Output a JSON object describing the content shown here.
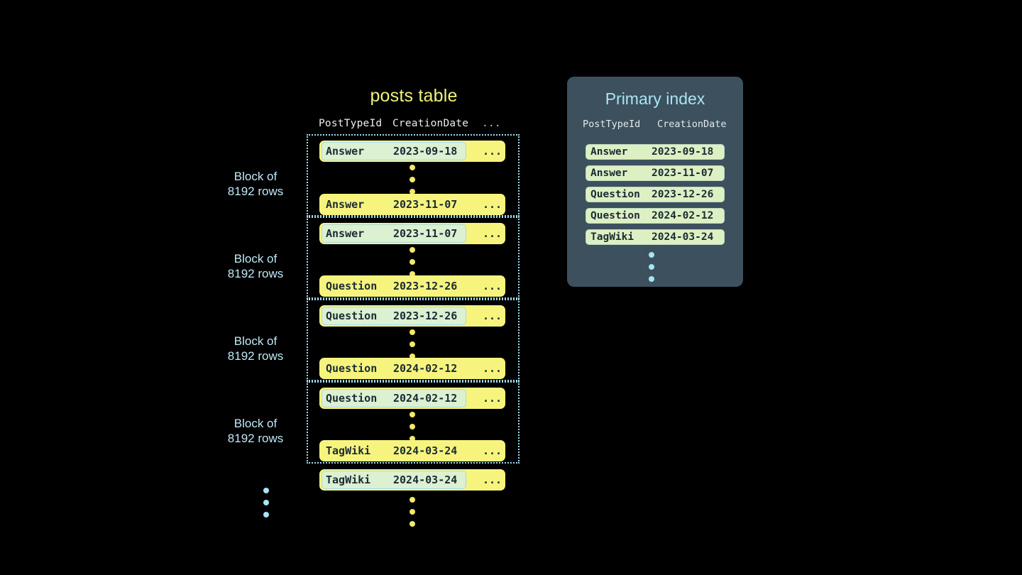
{
  "diagram": {
    "background_color": "#000000",
    "accent_yellow": "#f7f47e",
    "accent_blue": "#a9e4f5",
    "panel_color": "#3c505d",
    "key_highlight_color": "#dcf0d2"
  },
  "posts_table": {
    "title": "posts table",
    "columns": [
      "PostTypeId",
      "CreationDate",
      "..."
    ],
    "blocks": [
      {
        "label_line1": "Block of",
        "label_line2": "8192 rows",
        "first_row": {
          "post_type_id": "Answer",
          "creation_date": "2023-09-18",
          "more": "...",
          "is_index_key": true
        },
        "last_row": {
          "post_type_id": "Answer",
          "creation_date": "2023-11-07",
          "more": "...",
          "is_index_key": false
        },
        "ellipsis": "vertical-dots"
      },
      {
        "label_line1": "Block of",
        "label_line2": "8192 rows",
        "first_row": {
          "post_type_id": "Answer",
          "creation_date": "2023-11-07",
          "more": "...",
          "is_index_key": true
        },
        "last_row": {
          "post_type_id": "Question",
          "creation_date": "2023-12-26",
          "more": "...",
          "is_index_key": false
        },
        "ellipsis": "vertical-dots"
      },
      {
        "label_line1": "Block of",
        "label_line2": "8192 rows",
        "first_row": {
          "post_type_id": "Question",
          "creation_date": "2023-12-26",
          "more": "...",
          "is_index_key": true
        },
        "last_row": {
          "post_type_id": "Question",
          "creation_date": "2024-02-12",
          "more": "...",
          "is_index_key": false
        },
        "ellipsis": "vertical-dots"
      },
      {
        "label_line1": "Block of",
        "label_line2": "8192 rows",
        "first_row": {
          "post_type_id": "Question",
          "creation_date": "2024-02-12",
          "more": "...",
          "is_index_key": true
        },
        "last_row": {
          "post_type_id": "TagWiki",
          "creation_date": "2024-03-24",
          "more": "...",
          "is_index_key": false
        },
        "ellipsis": "vertical-dots"
      }
    ],
    "trailing_row": {
      "post_type_id": "TagWiki",
      "creation_date": "2024-03-24",
      "more": "...",
      "is_index_key": true
    },
    "trailing_ellipsis": "vertical-dots",
    "blocks_continue_ellipsis": "vertical-dots-blue"
  },
  "primary_index": {
    "title": "Primary index",
    "columns": [
      "PostTypeId",
      "CreationDate"
    ],
    "entries": [
      {
        "post_type_id": "Answer",
        "creation_date": "2023-09-18"
      },
      {
        "post_type_id": "Answer",
        "creation_date": "2023-11-07"
      },
      {
        "post_type_id": "Question",
        "creation_date": "2023-12-26"
      },
      {
        "post_type_id": "Question",
        "creation_date": "2024-02-12"
      },
      {
        "post_type_id": "TagWiki",
        "creation_date": "2024-03-24"
      }
    ],
    "trailing_ellipsis": "vertical-dots-blue"
  }
}
